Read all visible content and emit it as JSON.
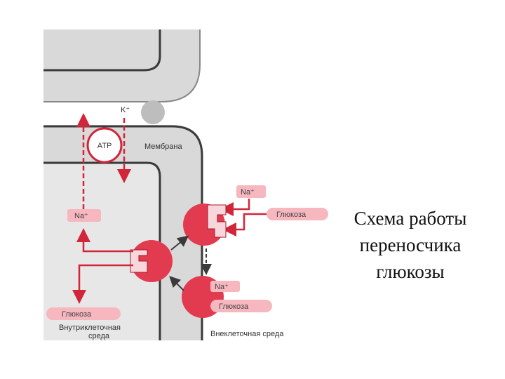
{
  "diagram": {
    "labels": {
      "k_ion": "K⁺",
      "atp": "ATP",
      "membrane": "Мембрана",
      "na_top": "Na⁺",
      "glucose_top": "Глюкоза",
      "na_left": "Na⁺",
      "na_bottom": "Na⁺",
      "glucose_bottom": "Глюкоза",
      "glucose_left": "Глюкоза",
      "intracellular_line1": "Внутриклеточная",
      "intracellular_line2": "среда",
      "extracellular": "Внеклеточная среда"
    },
    "colors": {
      "transporter": "#e23a4f",
      "tag_fill": "#f6b7bf",
      "arrow": "#d1263a",
      "gray_region": "#d9d9d9",
      "membrane_line": "#3a3a3a"
    }
  },
  "caption": {
    "line1": "Схема работы",
    "line2": "переносчика",
    "line3": "глюкозы"
  }
}
